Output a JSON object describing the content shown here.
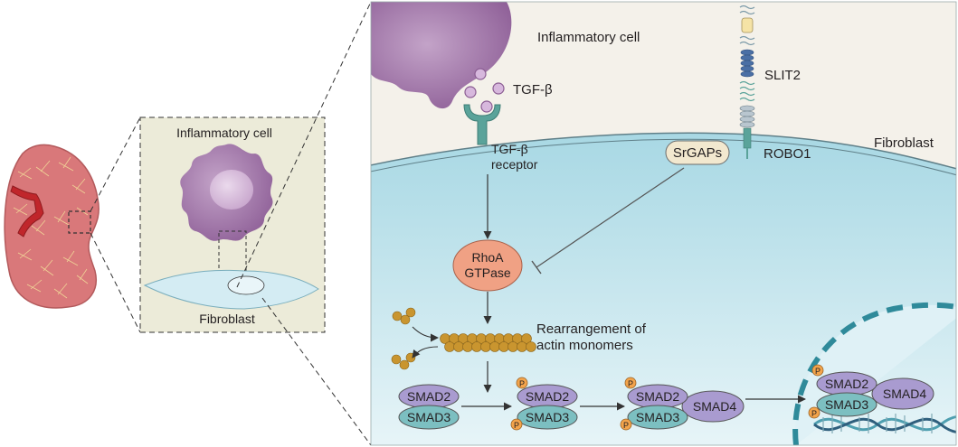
{
  "inset": {
    "inflammatory_label": "Inflammatory cell",
    "fibroblast_label": "Fibroblast"
  },
  "main": {
    "inflammatory_label": "Inflammatory cell",
    "tgfb_label": "TGF-β",
    "receptor_label_line1": "TGF-β",
    "receptor_label_line2": "receptor",
    "slit2_label": "SLIT2",
    "robo1_label": "ROBO1",
    "srgaps_label": "SrGAPs",
    "fibroblast_label": "Fibroblast",
    "rhoa_line1": "RhoA",
    "rhoa_line2": "GTPase",
    "actin_line1": "Rearrangement of",
    "actin_line2": "actin monomers",
    "phospho_symbol": "P",
    "smad2": "SMAD2",
    "smad3": "SMAD3",
    "smad4": "SMAD4"
  },
  "colors": {
    "kidney": "#d9787a",
    "cytoplasm": "#bfe3ec",
    "extracellular": "#f4f1ea",
    "inflammatory_cell": "#a277a8",
    "receptor": "#5aa39a",
    "rhoa": "#f0a184",
    "actin": "#c9952f",
    "smad_purple": "#a99bd0",
    "smad_teal": "#7cbfc1",
    "phospho": "#f3a44b"
  }
}
